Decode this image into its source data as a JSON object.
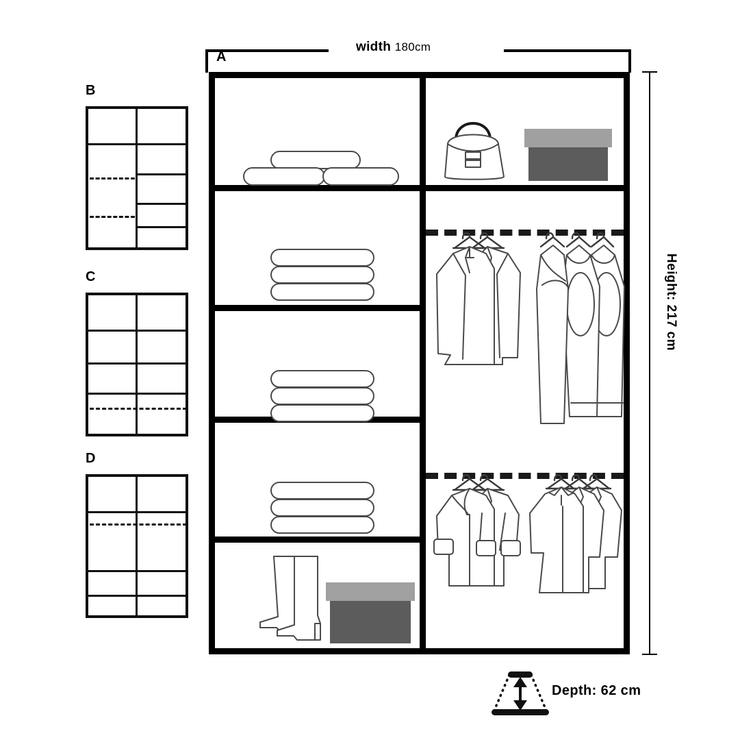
{
  "diagram": {
    "title_kind": "wardrobe-interior-layout-diagram",
    "dimensions": {
      "width_label": "width",
      "width_value": "180cm",
      "height_label": "Height: 217 cm",
      "depth_label": "Depth: 62 cm"
    },
    "main_layout": {
      "code": "A",
      "left_column": {
        "compartments": [
          {
            "index": 1,
            "contents": "rolled-items"
          },
          {
            "index": 2,
            "contents": "folded-linens"
          },
          {
            "index": 3,
            "contents": "folded-linens"
          },
          {
            "index": 4,
            "contents": "folded-linens"
          },
          {
            "index": 5,
            "contents": "boots-and-storage-box"
          }
        ]
      },
      "right_column": {
        "compartments": [
          {
            "index": 1,
            "contents": "handbag-and-storage-box"
          },
          {
            "index": 2,
            "contents": "hanging-rail-blazers-and-dresses"
          },
          {
            "index": 3,
            "contents": "hanging-rail-coats-and-shirts"
          }
        ]
      }
    },
    "variants": [
      {
        "code": "B",
        "left_shelves_pct": [
          25
        ],
        "left_rails_pct": [
          50,
          77
        ],
        "right_shelves_pct": [
          25,
          47,
          68,
          85
        ],
        "right_rails_pct": []
      },
      {
        "code": "C",
        "left_shelves_pct": [
          25,
          48,
          70
        ],
        "left_rails_pct": [
          80
        ],
        "right_shelves_pct": [
          25,
          48,
          70
        ],
        "right_rails_pct": [
          80
        ]
      },
      {
        "code": "D",
        "left_shelves_pct": [
          25,
          70,
          85
        ],
        "left_rails_pct": [
          32
        ],
        "right_shelves_pct": [
          25,
          70,
          85
        ],
        "right_rails_pct": [
          32
        ]
      }
    ],
    "colors": {
      "frame": "#000000",
      "outline": "#4a4a4a",
      "box_lid": "#a0a0a0",
      "box_body": "#5c5c5c",
      "rail": "#1a1a1a"
    }
  }
}
